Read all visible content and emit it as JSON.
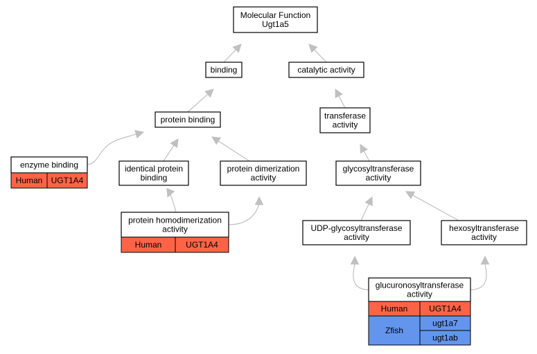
{
  "colors": {
    "human": "#ff6347",
    "zfish": "#6495ed",
    "edge": "#c0c0c0",
    "node_fill": "#ffffff",
    "node_border": "#000000"
  },
  "nodes": {
    "root": {
      "lines": [
        "Molecular Function",
        "Ugt1a5"
      ]
    },
    "binding": {
      "lines": [
        "binding"
      ]
    },
    "catalytic": {
      "lines": [
        "catalytic activity"
      ]
    },
    "protbind": {
      "lines": [
        "protein binding"
      ]
    },
    "transf": {
      "lines": [
        "transferase",
        "activity"
      ]
    },
    "enzyme": {
      "lines": [
        "enzyme binding"
      ]
    },
    "identical": {
      "lines": [
        "identical protein",
        "binding"
      ]
    },
    "dimer": {
      "lines": [
        "protein dimerization",
        "activity"
      ]
    },
    "glyco": {
      "lines": [
        "glycosyltransferase",
        "activity"
      ]
    },
    "homodimer": {
      "lines": [
        "protein homodimerization",
        "activity"
      ]
    },
    "udp": {
      "lines": [
        "UDP-glycosyltransferase",
        "activity"
      ]
    },
    "hexo": {
      "lines": [
        "hexosyltransferase",
        "activity"
      ]
    },
    "glucur": {
      "lines": [
        "glucuronosyltransferase",
        "activity"
      ]
    }
  },
  "annotations": {
    "enzyme": [
      {
        "species": "Human",
        "genes": [
          "UGT1A4"
        ]
      }
    ],
    "homodimer": [
      {
        "species": "Human",
        "genes": [
          "UGT1A4"
        ]
      }
    ],
    "glucur": [
      {
        "species": "Human",
        "genes": [
          "UGT1A4"
        ]
      },
      {
        "species": "Zfish",
        "genes": [
          "ugt1a7",
          "ugt1ab"
        ]
      }
    ]
  },
  "edges": [
    {
      "from": "binding",
      "to": "root"
    },
    {
      "from": "catalytic",
      "to": "root"
    },
    {
      "from": "protbind",
      "to": "binding"
    },
    {
      "from": "transf",
      "to": "catalytic"
    },
    {
      "from": "enzyme",
      "to": "protbind"
    },
    {
      "from": "identical",
      "to": "protbind"
    },
    {
      "from": "dimer",
      "to": "protbind"
    },
    {
      "from": "glyco",
      "to": "transf"
    },
    {
      "from": "homodimer",
      "to": "identical"
    },
    {
      "from": "homodimer",
      "to": "dimer"
    },
    {
      "from": "udp",
      "to": "glyco"
    },
    {
      "from": "hexo",
      "to": "glyco"
    },
    {
      "from": "glucur",
      "to": "udp"
    },
    {
      "from": "glucur",
      "to": "hexo"
    }
  ]
}
